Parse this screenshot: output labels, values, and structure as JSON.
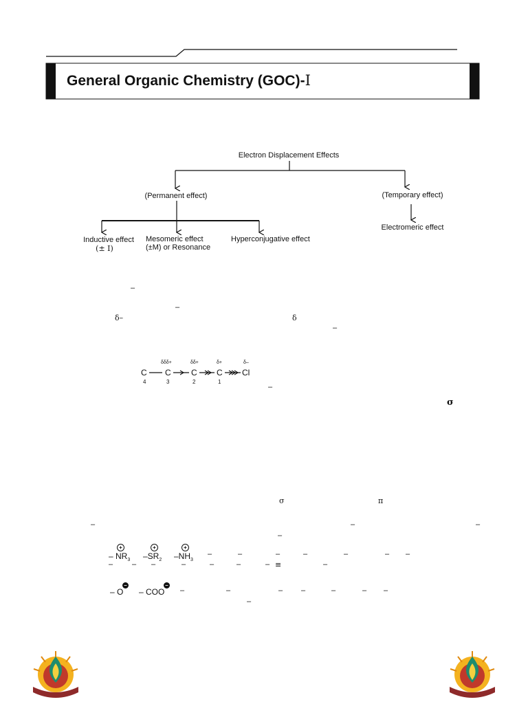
{
  "header": {
    "title": "General Organic Chemistry (GOC)-",
    "title_numeral": "I"
  },
  "diagram": {
    "root": "Electron Displacement Effects",
    "permanent": "(Permanent effect)",
    "temporary": "(Temporary effect)",
    "inductive_line1": "Inductive effect",
    "inductive_line2": "(± I)",
    "mesomeric_line1": "Mesomeric effect",
    "mesomeric_line2": "(±M) or Resonance",
    "hyperconjugative": "Hyperconjugative effect",
    "electromeric": "Electromeric effect"
  },
  "body": {
    "dash": "–",
    "delta_minus": "δ–",
    "delta": "δ",
    "sigma": "σ",
    "pi": "π",
    "triple": "≡"
  },
  "carbon_chain": {
    "c4": "C",
    "c3": "C",
    "c2": "C",
    "c1": "C",
    "cl": "Cl",
    "n4": "4",
    "n3": "3",
    "n2": "2",
    "n1": "1",
    "charge3": "δδδ+",
    "charge2": "δδ+",
    "charge1": "δ+",
    "charge_cl": "δ–"
  },
  "groups": {
    "nr3": "– NR",
    "sr2": "–SR",
    "nh3": "–NH",
    "sub3": "3",
    "sub2": "2",
    "o_minus": "– O",
    "coo_minus": "– COO",
    "plus": "+",
    "minus": "–"
  }
}
